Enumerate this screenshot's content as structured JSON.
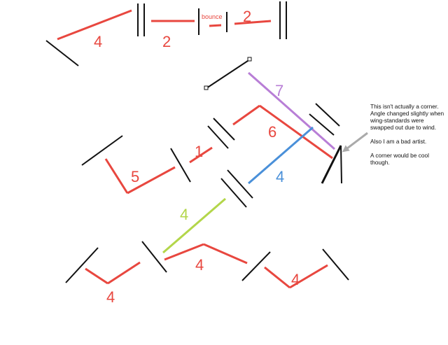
{
  "colors": {
    "wall": "#111111",
    "red": "#e8473f",
    "purple": "#b87ed6",
    "blue": "#4a90d9",
    "green": "#b3d64a",
    "arrow": "#aaaaaa"
  },
  "labels": {
    "top_left_4": "4",
    "top_2": "2",
    "bounce": "bounce",
    "top_right_2": "2",
    "purple_7": "7",
    "red_6": "6",
    "red_1": "1",
    "red_5": "5",
    "blue_4": "4",
    "green_4": "4",
    "bottom_left_4": "4",
    "bottom_mid_4": "4",
    "bottom_right_4": "4"
  },
  "note": {
    "p1": "This isn't actually a corner. Angle changed slightly when wing-standards were swapped out due to wind.",
    "p2": "Also I am a bad artist.",
    "p3": "A corner would be cool though."
  }
}
